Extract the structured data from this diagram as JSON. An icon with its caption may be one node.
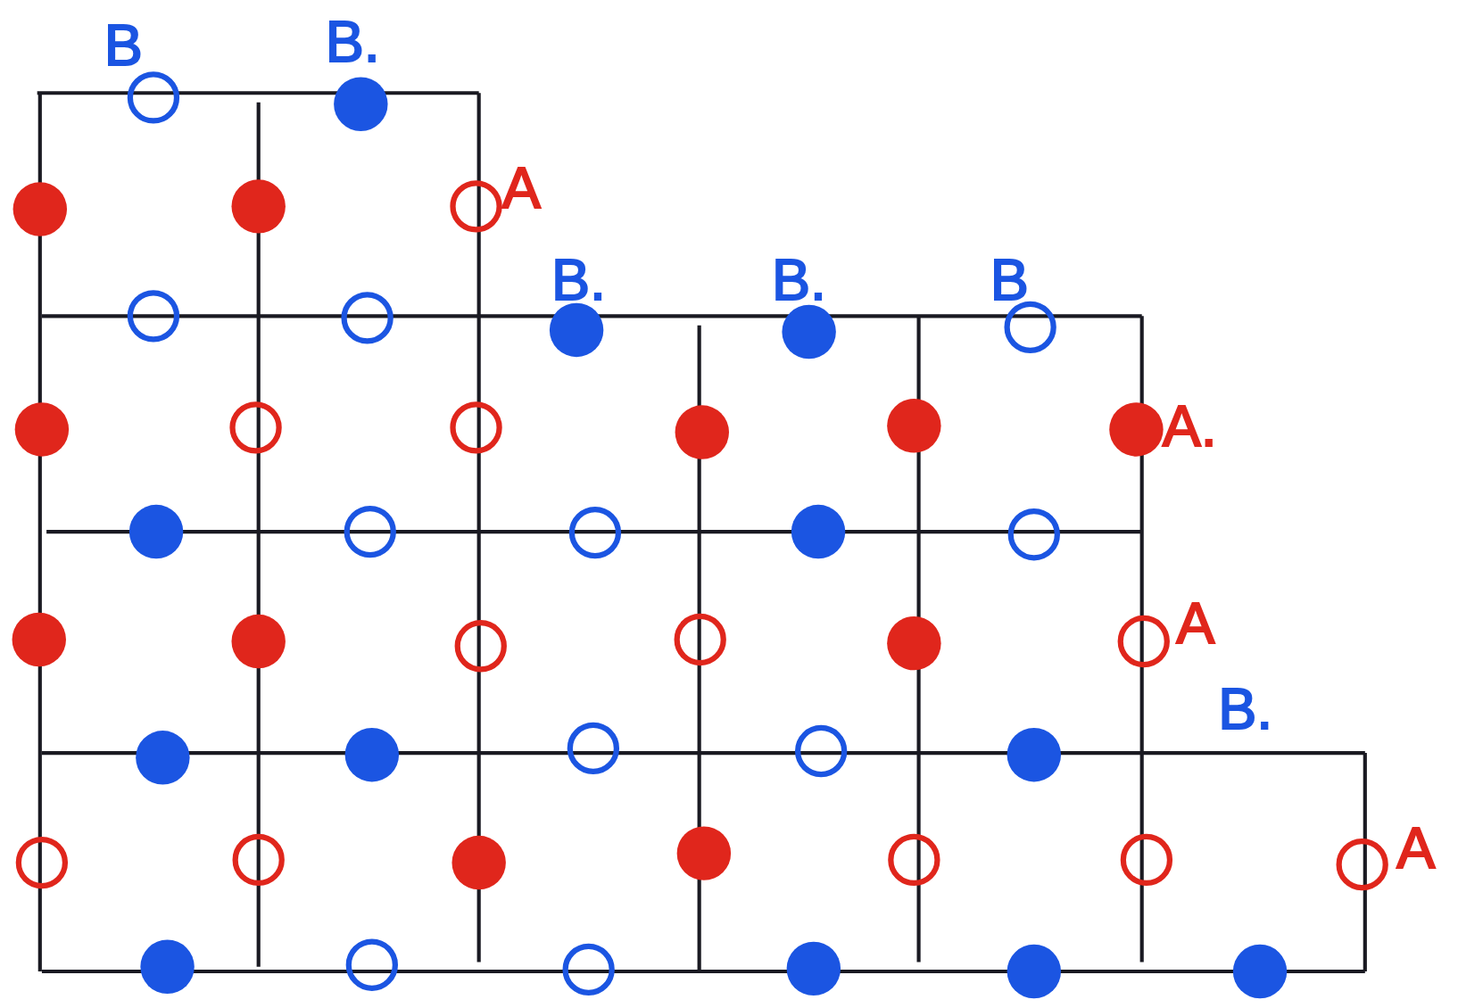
{
  "diagram": {
    "labels": [
      "B",
      "B.",
      "A",
      "B.",
      "B.",
      "B",
      "A.",
      "A",
      "B.",
      "A"
    ]
  }
}
